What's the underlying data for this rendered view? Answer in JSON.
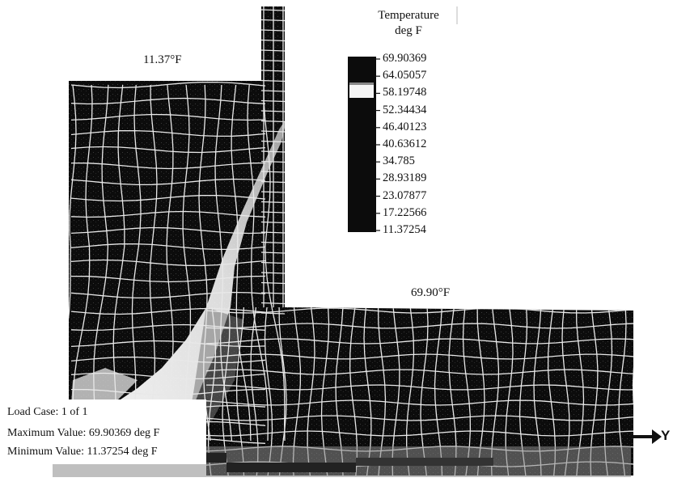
{
  "legend": {
    "title_line1": "Temperature",
    "title_line2": "deg F",
    "ticks": [
      "69.90369",
      "64.05057",
      "58.19748",
      "52.34434",
      "46.40123",
      "40.63612",
      "34.785",
      "28.93189",
      "23.07877",
      "17.22566",
      "11.37254"
    ]
  },
  "annotations": {
    "cold_region": "11.37°F",
    "hot_region": "69.90°F"
  },
  "info": {
    "load_case": "Load Case: 1 of 1",
    "max_value": "Maximum Value: 69.90369 deg F",
    "min_value": "Minimum Value: 11.37254 deg F"
  },
  "axis": {
    "label": "Y"
  },
  "colors": {
    "dark": "#0c0c0c",
    "mesh": "#e8e8e8",
    "background": "#ffffff"
  }
}
